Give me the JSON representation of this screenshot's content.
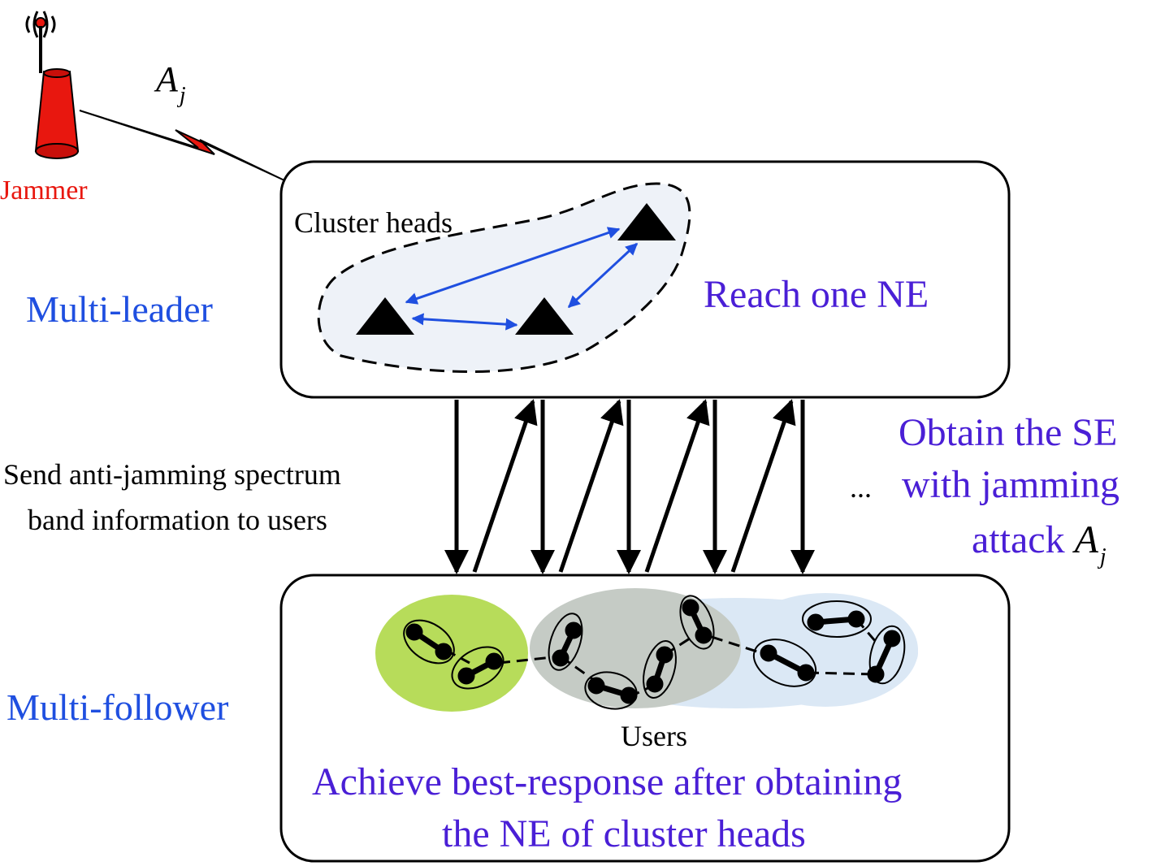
{
  "jammer": {
    "label": "Jammer",
    "attack_symbol": "A",
    "attack_subscript": "j",
    "color": "#e8170f"
  },
  "leader_box": {
    "side_label": "Multi-leader",
    "cluster_label": "Cluster heads",
    "status_text": "Reach one NE"
  },
  "interaction": {
    "left_text_line1": "Send anti-jamming spectrum",
    "left_text_line2": "band information to users",
    "ellipsis": "...",
    "right_text_line1": "Obtain the SE",
    "right_text_line2": "with jamming",
    "right_text_line3": "attack ",
    "right_symbol": "A",
    "right_subscript": "j"
  },
  "follower_box": {
    "side_label": "Multi-follower",
    "users_label": "Users",
    "status_line1": "Achieve best-response after obtaining",
    "status_line2": "the NE of cluster heads"
  },
  "colors": {
    "label_blue": "#1f4fe0",
    "status_purple": "#4a1fd6",
    "arrow_blue": "#1f4fe0",
    "cluster_fill": "#eef2f8",
    "group_green": "#b7dc5a",
    "group_gray": "#c5cbc5",
    "group_lightblue": "#dbe8f5"
  }
}
